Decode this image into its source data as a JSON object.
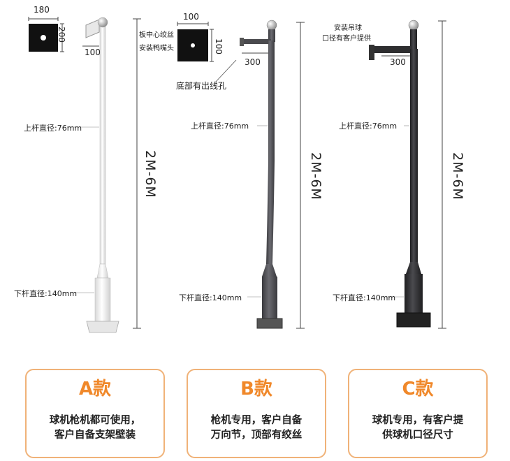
{
  "variant_a": {
    "plate_w": "180",
    "plate_h": "200",
    "arm_dim": "100",
    "upper_dia": "上杆直径:76mm",
    "lower_dia": "下杆直径:140mm",
    "height": "2M-6M",
    "pole_color": "#f4f4f4"
  },
  "variant_b": {
    "note_center_thread": "板中心绞丝",
    "note_duckbill": "安装鸭嘴头",
    "plate_w": "100",
    "plate_h": "100",
    "arm_dim": "300",
    "note_outlet": "底部有出线孔",
    "upper_dia": "上杆直径:76mm",
    "lower_dia": "下杆直径:140mm",
    "height": "2M-6M",
    "pole_color": "#4a4a4e"
  },
  "variant_c": {
    "note_line1": "安装吊球",
    "note_line2": "口径有客户提供",
    "arm_dim": "300",
    "upper_dia": "上杆直径:76mm",
    "lower_dia": "下杆直径:140mm",
    "height": "2M-6M",
    "pole_color": "#2e2e30"
  },
  "cards": [
    {
      "title": "A款",
      "line1": "球机枪机都可使用，",
      "line2": "客户自备支架壁装"
    },
    {
      "title": "B款",
      "line1": "枪机专用，客户自备",
      "line2": "万向节，顶部有绞丝"
    },
    {
      "title": "C款",
      "line1": "球机专用，有客户提",
      "line2": "供球机口径尺寸"
    }
  ],
  "colors": {
    "accent": "#f0882a",
    "card_border": "#f0b278"
  }
}
